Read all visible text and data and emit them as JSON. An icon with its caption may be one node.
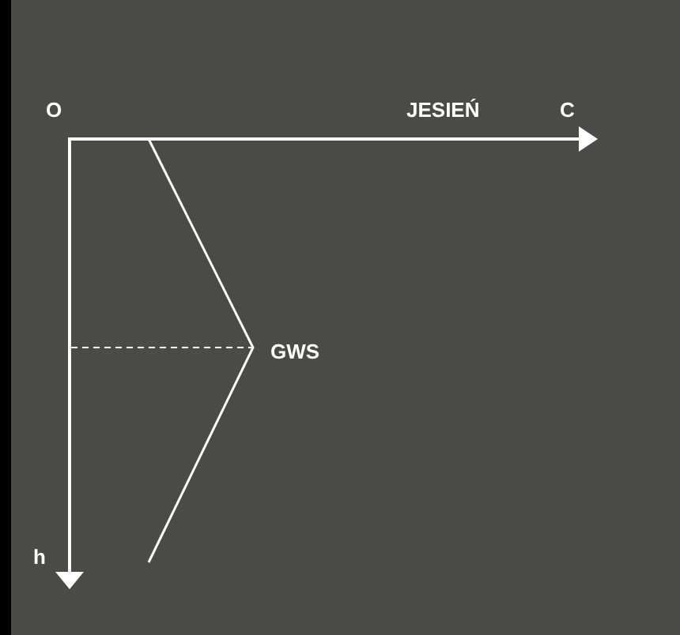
{
  "diagram": {
    "labels": [
      "O",
      "JESIEŃ",
      "C",
      "GWS",
      "h"
    ]
  }
}
